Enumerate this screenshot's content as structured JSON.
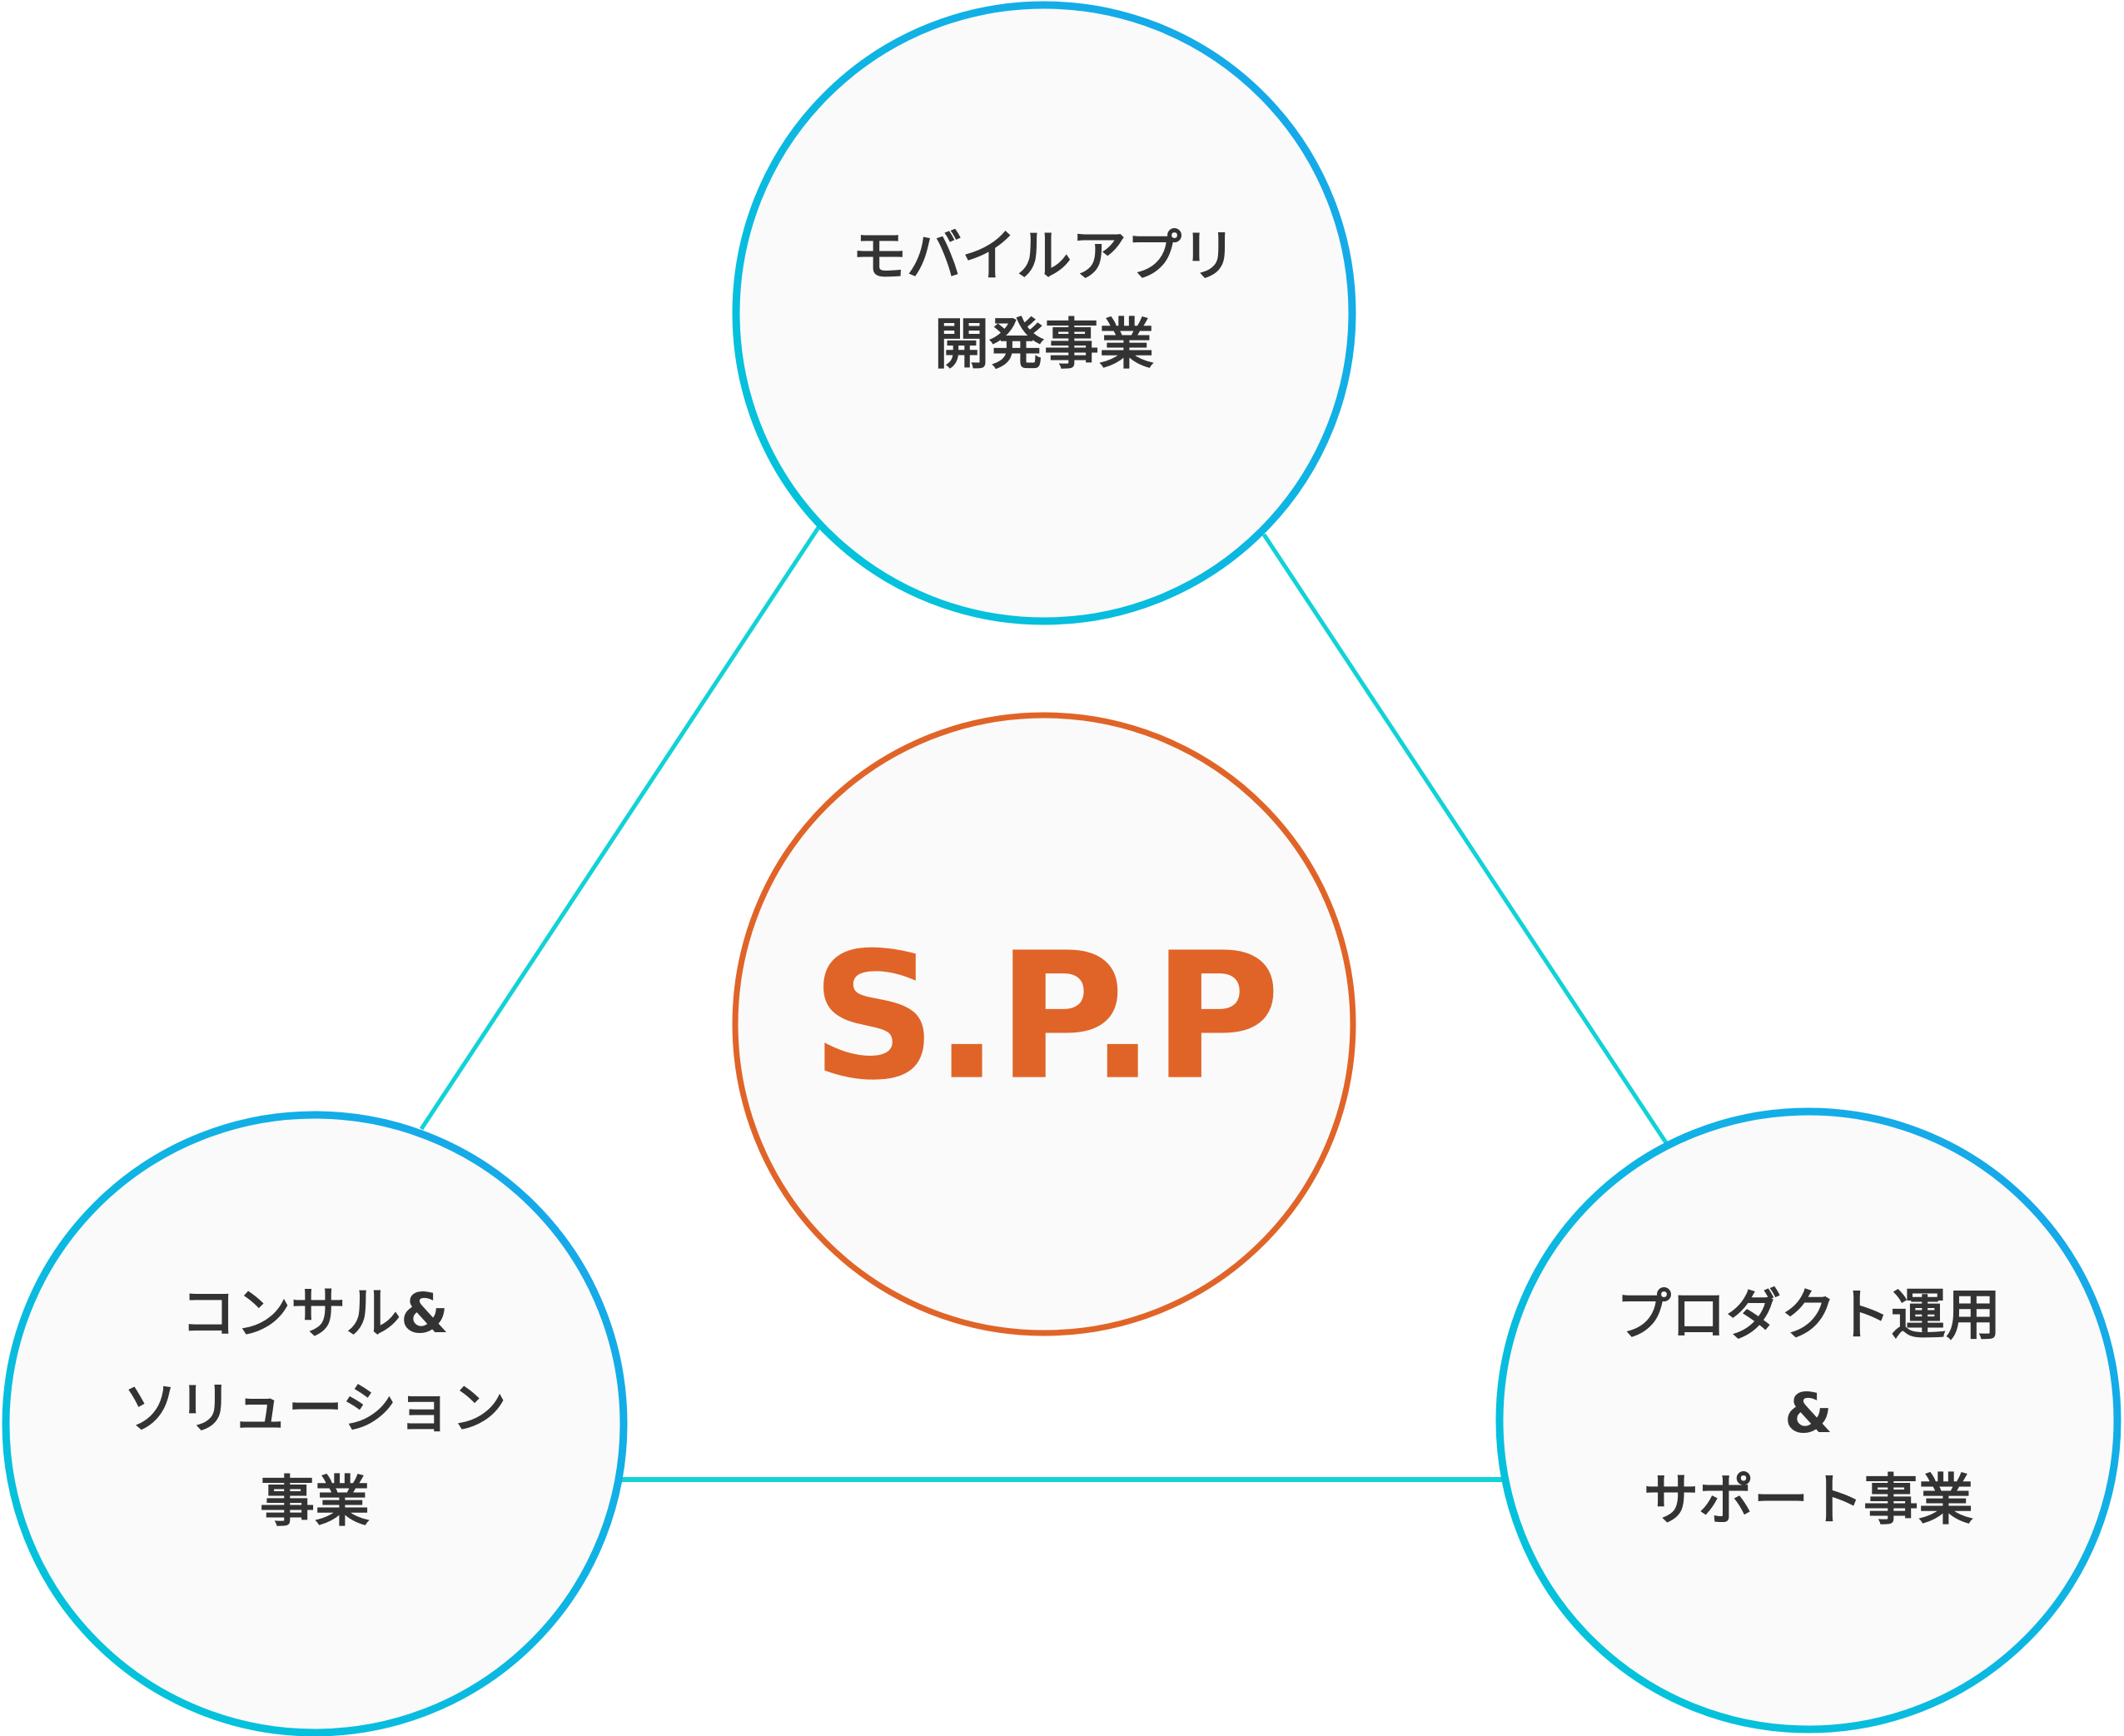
{
  "colors": {
    "outer_ring_start": "#00c8d8",
    "outer_ring_end": "#1aa4ec",
    "connector": "#12d2d6",
    "center_ring": "#e06428",
    "logo": "#e06428",
    "node_fill": "#fafafa",
    "label_text": "#333333",
    "background": "#ffffff"
  },
  "center": {
    "logo_text": "S.P.P"
  },
  "nodes": [
    {
      "id": "top",
      "lines": [
        "モバイルアプリ",
        "開発事業"
      ]
    },
    {
      "id": "left",
      "lines": [
        "コンサル&",
        "ソリューション",
        "事業"
      ]
    },
    {
      "id": "right",
      "lines": [
        "プロダクト運用",
        "&",
        "サポート事業"
      ]
    }
  ]
}
